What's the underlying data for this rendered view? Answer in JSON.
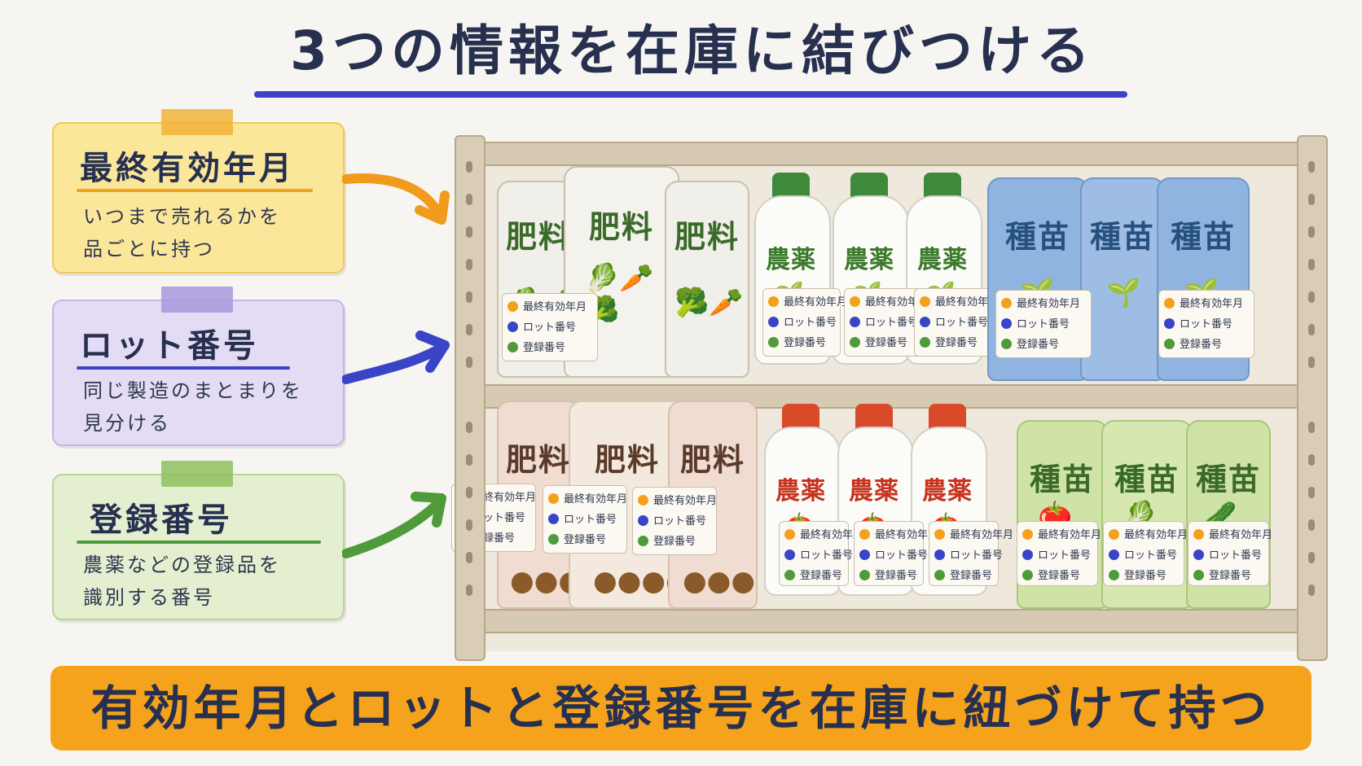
{
  "title": "3つの情報を在庫に結びつける",
  "cards": [
    {
      "heading": "最終有効年月",
      "desc_line1": "いつまで売れるかを",
      "desc_line2": "品ごとに持つ",
      "bg": "#fbe79a",
      "border": "#f0c95a",
      "tape": "#f2b33a",
      "underline": "#f2a21c",
      "arrow": "#f29a1c"
    },
    {
      "heading": "ロット番号",
      "desc_line1": "同じ製造のまとまりを",
      "desc_line2": "見分ける",
      "bg": "#e3dcf4",
      "border": "#c3b6e6",
      "tape": "#a898da",
      "underline": "#3a44c6",
      "arrow": "#3a44c6"
    },
    {
      "heading": "登録番号",
      "desc_line1": "農薬などの登録品を",
      "desc_line2": "識別する番号",
      "bg": "#e3efcf",
      "border": "#b9d496",
      "tape": "#8ec05e",
      "underline": "#4f9a3a",
      "arrow": "#4f9a3a"
    }
  ],
  "tag_rows": [
    "最終有効年月",
    "ロット番号",
    "登録番号"
  ],
  "product_labels": {
    "fertilizer": "肥料",
    "pesticide": "農薬",
    "seed": "種苗"
  },
  "colors": {
    "title_underline": "#3b43c8",
    "banner": "#f5a31c",
    "cap_green": "#3d8a3a",
    "cap_red": "#d94a2a",
    "seed_blue": "#8fb4df",
    "seed_green": "#cfe3a6"
  },
  "banner": "有効年月とロットと登録番号を在庫に紐づけて持つ"
}
